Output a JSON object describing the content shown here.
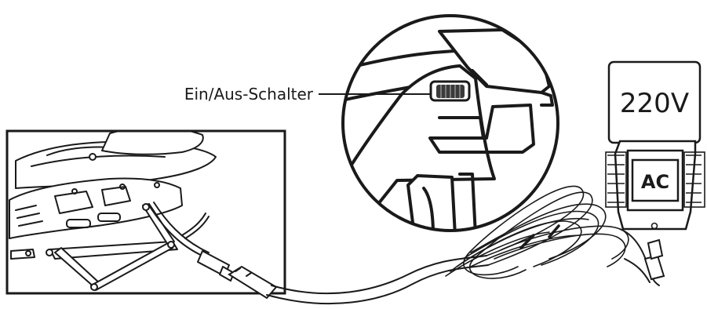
{
  "callout": {
    "switch_label": "Ein/Aus-Schalter"
  },
  "adapter": {
    "voltage_label": "220V",
    "type_label": "AC"
  }
}
